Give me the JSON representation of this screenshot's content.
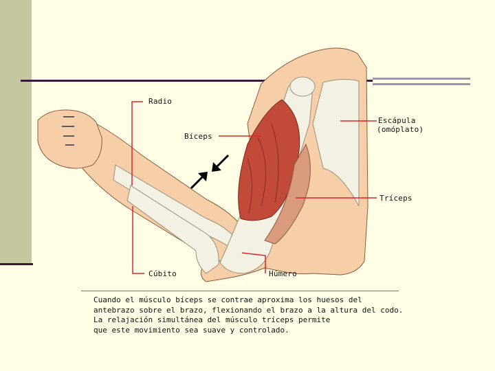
{
  "labels": {
    "radio": "Radio",
    "biceps": "Bíceps",
    "escapula_1": "Escápula",
    "escapula_2": "(omóplato)",
    "triceps": "Tríceps",
    "cubito": "Cúbito",
    "humero": "Húmero"
  },
  "caption": [
    "Cuando el músculo bíceps se contrae aproxima los huesos del",
    "antebrazo sobre el brazo, flexionando el brazo a la altura del codo.",
    "La relajación simultánea del músculo tríceps permite",
    "que este movimiento sea suave y controlado."
  ],
  "colors": {
    "background": "#fffde6",
    "sidebar": "#c6c79e",
    "skin": "#f6cfa8",
    "muscle": "#c24a38",
    "bone": "#f3f0e4",
    "leader_line": "#d8262a"
  },
  "icons": [
    "contraction-arrow-icon",
    "contraction-arrow-icon"
  ]
}
